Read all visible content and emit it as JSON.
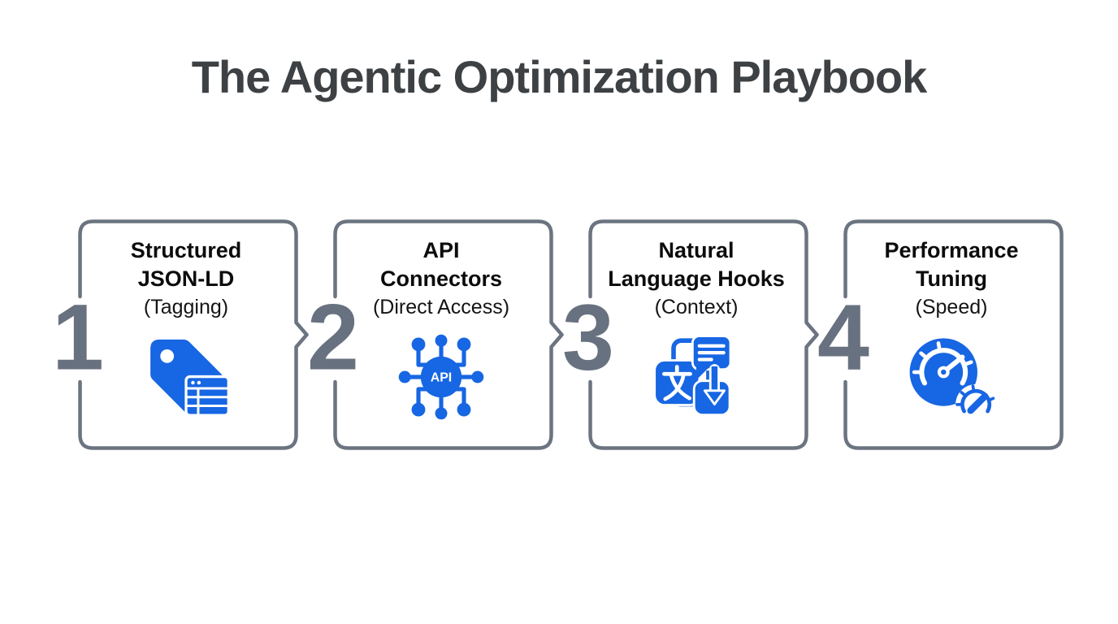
{
  "title": "The Agentic Optimization Playbook",
  "steps": [
    {
      "number": "1",
      "heading": "Structured\nJSON-LD",
      "subtitle": "(Tagging)",
      "icon": "tag-table-icon",
      "has_arrow_to_next": true
    },
    {
      "number": "2",
      "heading": "API\nConnectors",
      "subtitle": "(Direct Access)",
      "icon": "api-network-icon",
      "has_arrow_to_next": true
    },
    {
      "number": "3",
      "heading": "Natural\nLanguage Hooks",
      "subtitle": "(Context)",
      "icon": "translation-icon",
      "has_arrow_to_next": true
    },
    {
      "number": "4",
      "heading": "Performance\nTuning",
      "subtitle": "(Speed)",
      "icon": "speedometer-icon",
      "has_arrow_to_next": false
    }
  ],
  "icon_text": {
    "api_badge": "API",
    "translate_glyph": "文"
  },
  "colors": {
    "icon_blue": "#1766E3",
    "outline_gray": "#6B7480",
    "number_gray": "#68717F",
    "title_color": "#3E4144",
    "heading_color": "#0C0C0D",
    "background": "#FFFFFF"
  }
}
